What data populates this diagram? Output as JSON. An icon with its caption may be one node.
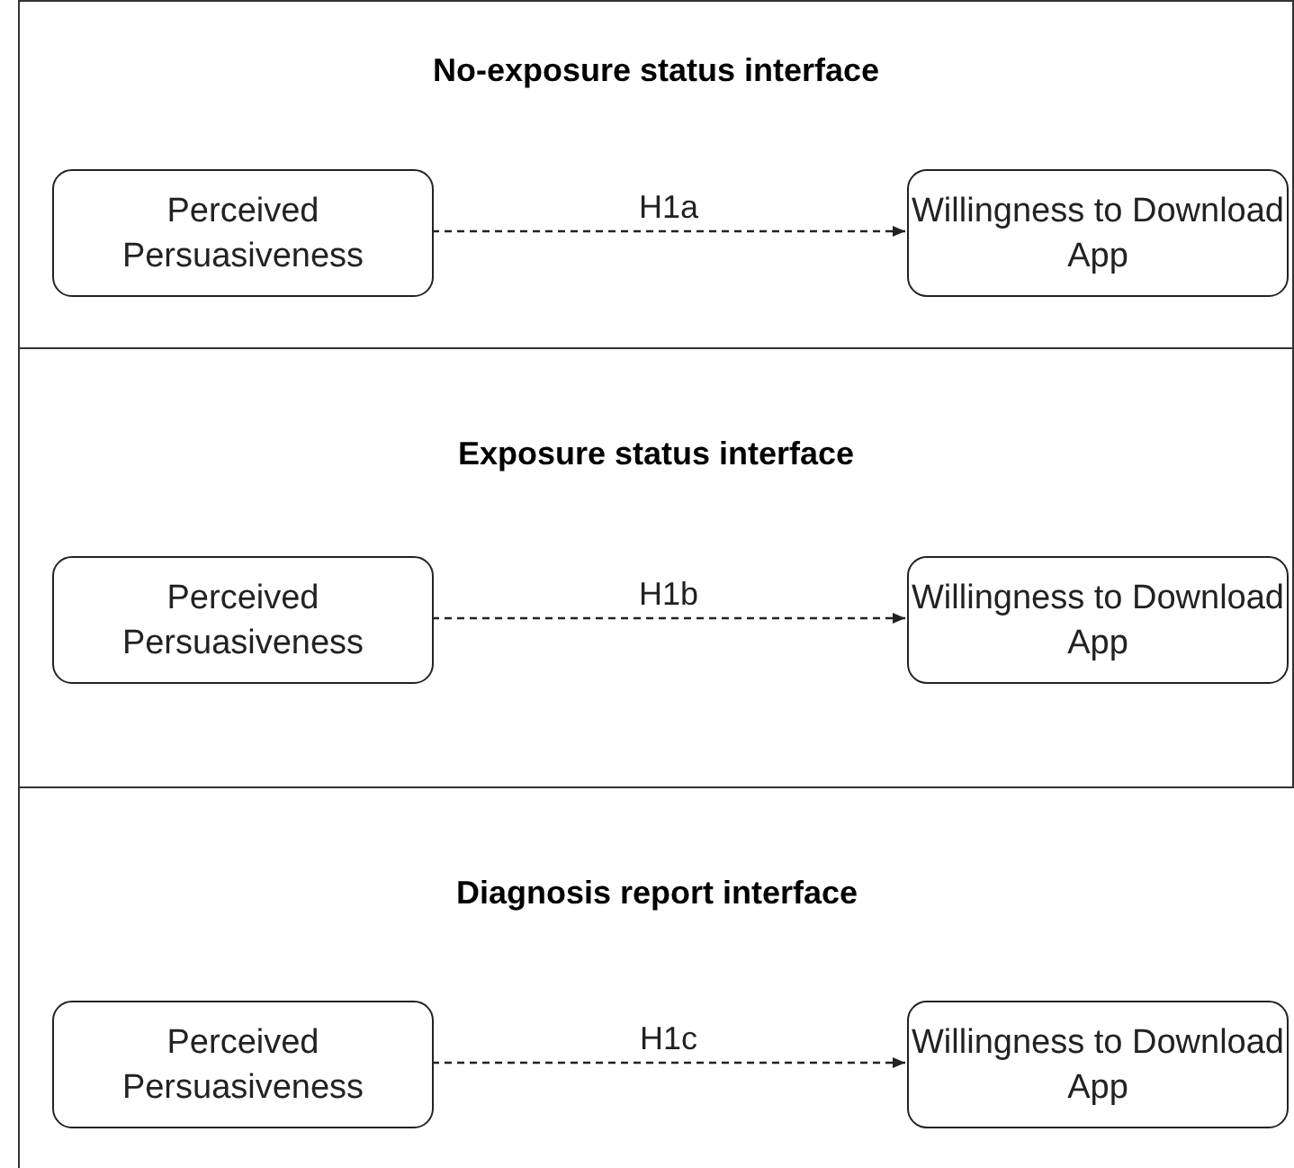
{
  "diagram": {
    "nodes": [
      {
        "text": [
          "No-exposure status interface"
        ]
      },
      {
        "text": [
          "Perceived Persuasiveness"
        ],
        "in": 0
      },
      {
        "text": [
          "Willingness to Download App"
        ],
        "in": 0
      },
      {
        "text": [
          "Exposure status interface"
        ]
      },
      {
        "text": [
          "Perceived Persuasiveness"
        ],
        "in": 3
      },
      {
        "text": [
          "Willingness to Download App"
        ],
        "in": 3
      },
      {
        "text": [
          "Diagnosis report interface"
        ]
      },
      {
        "text": [
          "Perceived Persuasiveness"
        ],
        "in": 6
      },
      {
        "text": [
          "Willingness to Download App"
        ],
        "in": 6
      }
    ],
    "edges": [
      {
        "from": 1,
        "to": 2,
        "arrow": "to",
        "label": "H1a",
        "style": "dashed"
      },
      {
        "from": 4,
        "to": 5,
        "arrow": "to",
        "label": "H1b",
        "style": "dashed"
      },
      {
        "from": 7,
        "to": 8,
        "arrow": "to",
        "label": "H1c",
        "style": "dashed"
      }
    ]
  }
}
